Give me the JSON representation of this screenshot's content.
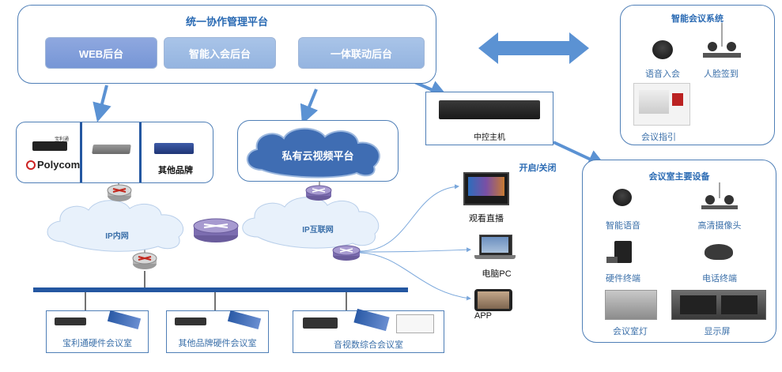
{
  "platform": {
    "title": "统一协作管理平台",
    "buttons": [
      "WEB后台",
      "智能入会后台",
      "一体联动后台"
    ]
  },
  "smart_meeting_system": {
    "title": "智能会议系统",
    "items": [
      "语音入会",
      "人脸签到",
      "会议指引"
    ]
  },
  "central_controller": {
    "label": "中控主机"
  },
  "on_off": {
    "label": "开启/关闭"
  },
  "room_devices": {
    "title": "会议室主要设备",
    "items": [
      "智能语音",
      "高清摄像头",
      "硬件终端",
      "电话终端",
      "会议室灯",
      "显示屏"
    ]
  },
  "brands": {
    "polycom": "Polycom",
    "polycom_small": "宝利通",
    "other": "其他品牌"
  },
  "private_cloud": {
    "label": "私有云视频平台"
  },
  "networks": {
    "ip_intranet": "IP内网",
    "ip_internet": "IP互联网"
  },
  "clients": {
    "live": "观看直播",
    "pc": "电脑PC",
    "app": "APP"
  },
  "rooms": [
    "宝利通硬件会议室",
    "其他品牌硬件会议室",
    "音视数综合会议室"
  ]
}
